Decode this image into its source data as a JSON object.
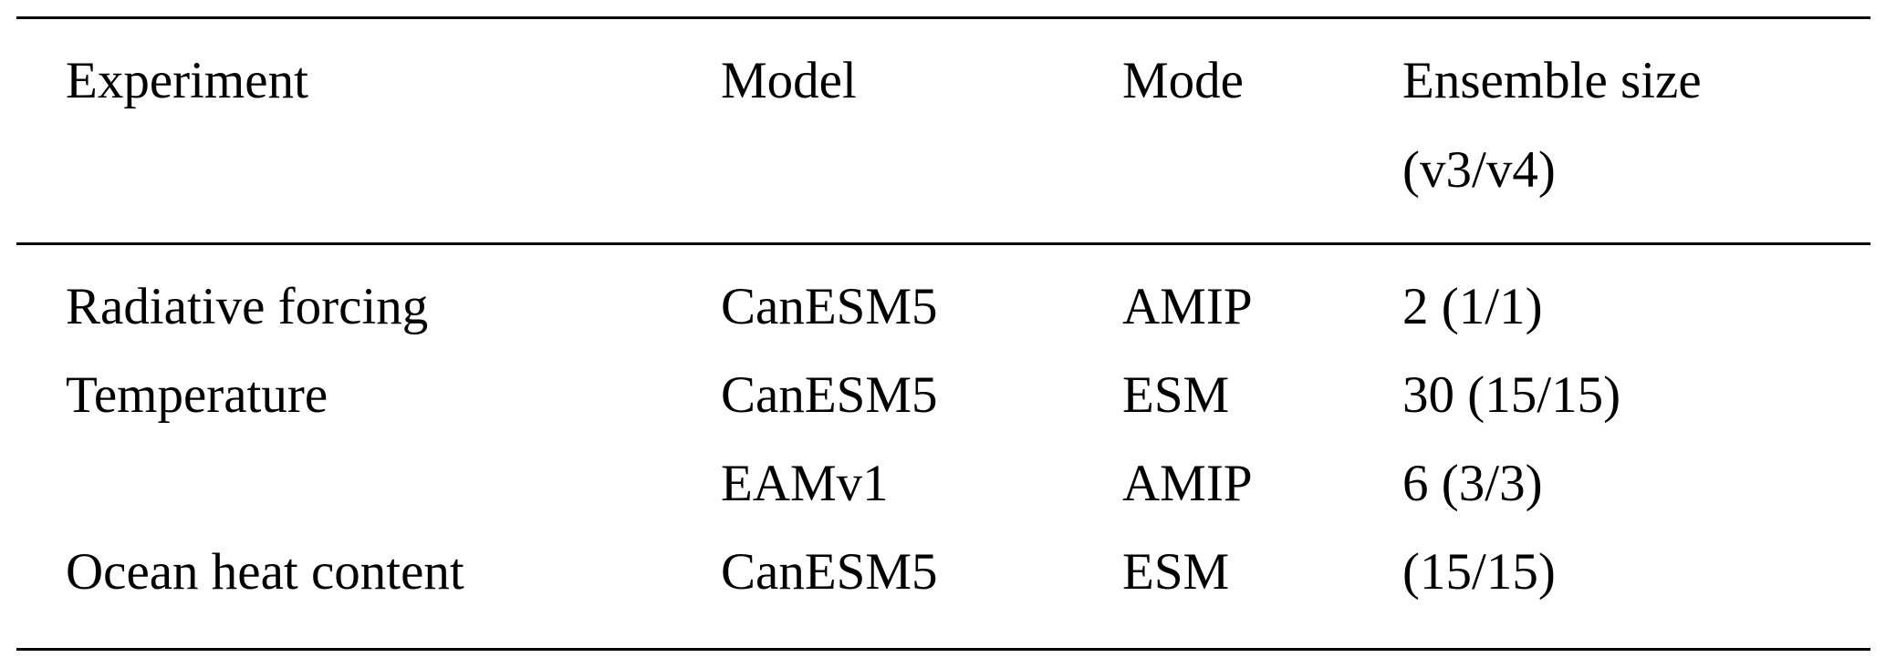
{
  "table": {
    "headers": [
      {
        "line1": "Experiment",
        "line2": ""
      },
      {
        "line1": "Model",
        "line2": ""
      },
      {
        "line1": "Mode",
        "line2": ""
      },
      {
        "line1": "Ensemble size",
        "line2": "(v3/v4)"
      }
    ],
    "rows": [
      {
        "experiment": "Radiative forcing",
        "model": "CanESM5",
        "mode": "AMIP",
        "ensemble": "2 (1/1)"
      },
      {
        "experiment": "Temperature",
        "model": "CanESM5",
        "mode": "ESM",
        "ensemble": "30 (15/15)"
      },
      {
        "experiment": "",
        "model": "EAMv1",
        "mode": "AMIP",
        "ensemble": "6 (3/3)"
      },
      {
        "experiment": "Ocean heat content",
        "model": "CanESM5",
        "mode": "ESM",
        "ensemble": "(15/15)"
      }
    ]
  }
}
